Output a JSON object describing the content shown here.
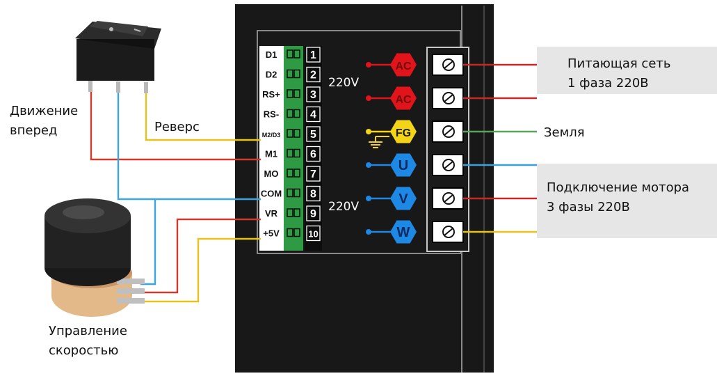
{
  "labels": {
    "forward": [
      "Движение",
      "вперед"
    ],
    "reverse": "Реверс",
    "speed": [
      "Управление",
      "скоростью"
    ],
    "mains": [
      "Питающая сеть",
      "1 фаза 220В"
    ],
    "ground": "Земля",
    "motor": [
      "Подключение мотора",
      "3 фазы 220В"
    ]
  },
  "terminals": [
    {
      "name": "D1",
      "num": "1"
    },
    {
      "name": "D2",
      "num": "2"
    },
    {
      "name": "RS+",
      "num": "3"
    },
    {
      "name": "RS-",
      "num": "4"
    },
    {
      "name": "M2/D3",
      "num": "5"
    },
    {
      "name": "M1",
      "num": "6"
    },
    {
      "name": "MO",
      "num": "7"
    },
    {
      "name": "COM",
      "num": "8"
    },
    {
      "name": "VR",
      "num": "9"
    },
    {
      "name": "+5V",
      "num": "10"
    }
  ],
  "power": {
    "voltage_top": "220V",
    "voltage_bottom": "220V",
    "hex": [
      {
        "label": "AC",
        "color": "#e2141b",
        "wire": "#c62828"
      },
      {
        "label": "AC",
        "color": "#e2141b",
        "wire": "#c62828"
      },
      {
        "label": "FG",
        "color": "#f3d417",
        "wire": "#5aa35a"
      },
      {
        "label": "U",
        "color": "#1e88e5",
        "wire": "#3aa0e0"
      },
      {
        "label": "V",
        "color": "#1e88e5",
        "wire": "#c62828"
      },
      {
        "label": "W",
        "color": "#1e88e5",
        "wire": "#e8c21c"
      }
    ]
  },
  "colors": {
    "red": "#d03a2a",
    "blue": "#3aa5e0",
    "yellow": "#e8c21c",
    "green_strip": "#2e9a43",
    "panel": "#181818"
  }
}
